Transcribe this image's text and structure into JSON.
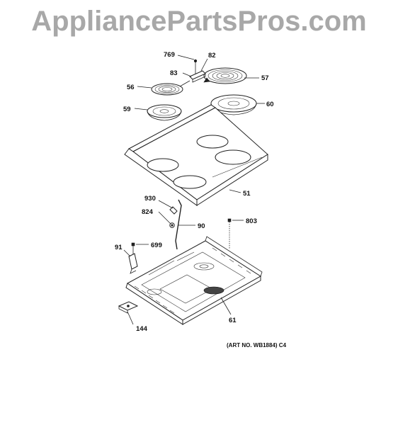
{
  "watermark": "AppliancePartsPros.com",
  "art_number": "(ART NO. WB1884) C4",
  "labels": {
    "p769": "769",
    "p82": "82",
    "p83": "83",
    "p57": "57",
    "p56": "56",
    "p59": "59",
    "p60": "60",
    "p51": "51",
    "p930": "930",
    "p824": "824",
    "p90": "90",
    "p803": "803",
    "p91": "91",
    "p699": "699",
    "p61": "61",
    "p144": "144"
  }
}
